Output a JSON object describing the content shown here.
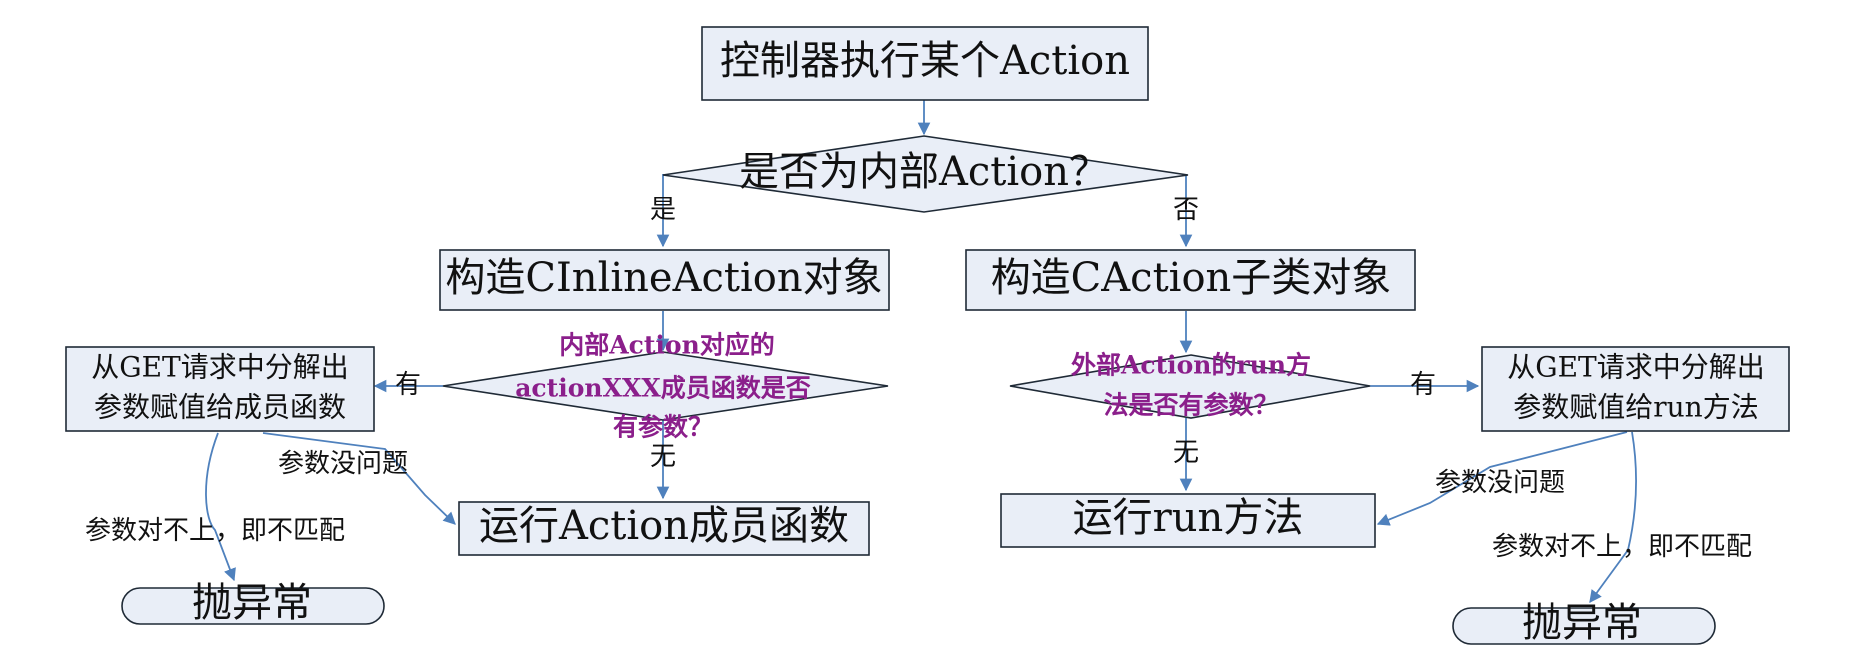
{
  "nodes": {
    "start": "控制器执行某个Action",
    "is_inline": "是否为内部Action？",
    "inline_build": "构造CInlineAction对象",
    "caction_build": "构造CAction子类对象",
    "inline_has_params": [
      "内部Action对应的",
      "actionXXX成员函数是否",
      "有参数？"
    ],
    "ext_has_params": [
      "外部Action的run方",
      "法是否有参数？"
    ],
    "left_parse": [
      "从GET请求中分解出",
      "参数赋值给成员函数"
    ],
    "right_parse": [
      "从GET请求中分解出",
      "参数赋值给run方法"
    ],
    "run_member": "运行Action成员函数",
    "run_method": "运行run方法",
    "left_throw": "抛异常",
    "right_throw": "抛异常"
  },
  "edge_labels": {
    "yes": "是",
    "no": "否",
    "left_has": "有",
    "left_none": "无",
    "right_has": "有",
    "right_none": "无",
    "left_params_ok": "参数没问题",
    "right_params_ok": "参数没问题",
    "left_mismatch": "参数对不上，即不匹配",
    "right_mismatch": "参数对不上，即不匹配"
  },
  "colors": {
    "node_fill": "#e9eef7",
    "node_stroke": "#1f2a36",
    "edge": "#4f81bd",
    "decision_text": "#8b1f8b"
  }
}
